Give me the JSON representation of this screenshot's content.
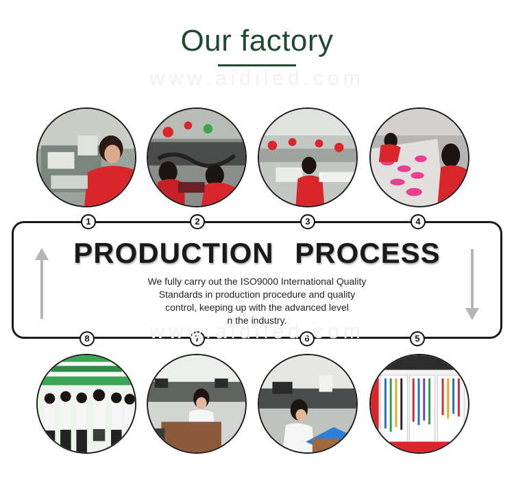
{
  "header": {
    "title": "Our factory",
    "watermark": "www.aidiled.com"
  },
  "process": {
    "title": "PRODUCTION  PROCESS",
    "description_lines": [
      "We fully carry out the ISO9000 International Quality",
      "Standards in production procedure and quality",
      "control, keeping up with the advanced level",
      "n the industry."
    ]
  },
  "steps": [
    {
      "number": "1",
      "scene": "sewing-workstation"
    },
    {
      "number": "2",
      "scene": "workshop-assembly"
    },
    {
      "number": "3",
      "scene": "sewing-line"
    },
    {
      "number": "4",
      "scene": "pink-parts-table"
    },
    {
      "number": "5",
      "scene": "lanyard-display-wall"
    },
    {
      "number": "6",
      "scene": "office-laptop"
    },
    {
      "number": "7",
      "scene": "office-desk"
    },
    {
      "number": "8",
      "scene": "team-photo"
    }
  ],
  "colors": {
    "title_green": "#1e4a2f",
    "uniform_red": "#d9262c",
    "frame_black": "#1a1a1a",
    "arrow_gray": "#b5b5b5"
  },
  "icons": [
    "arrow-up-icon",
    "arrow-down-icon"
  ]
}
